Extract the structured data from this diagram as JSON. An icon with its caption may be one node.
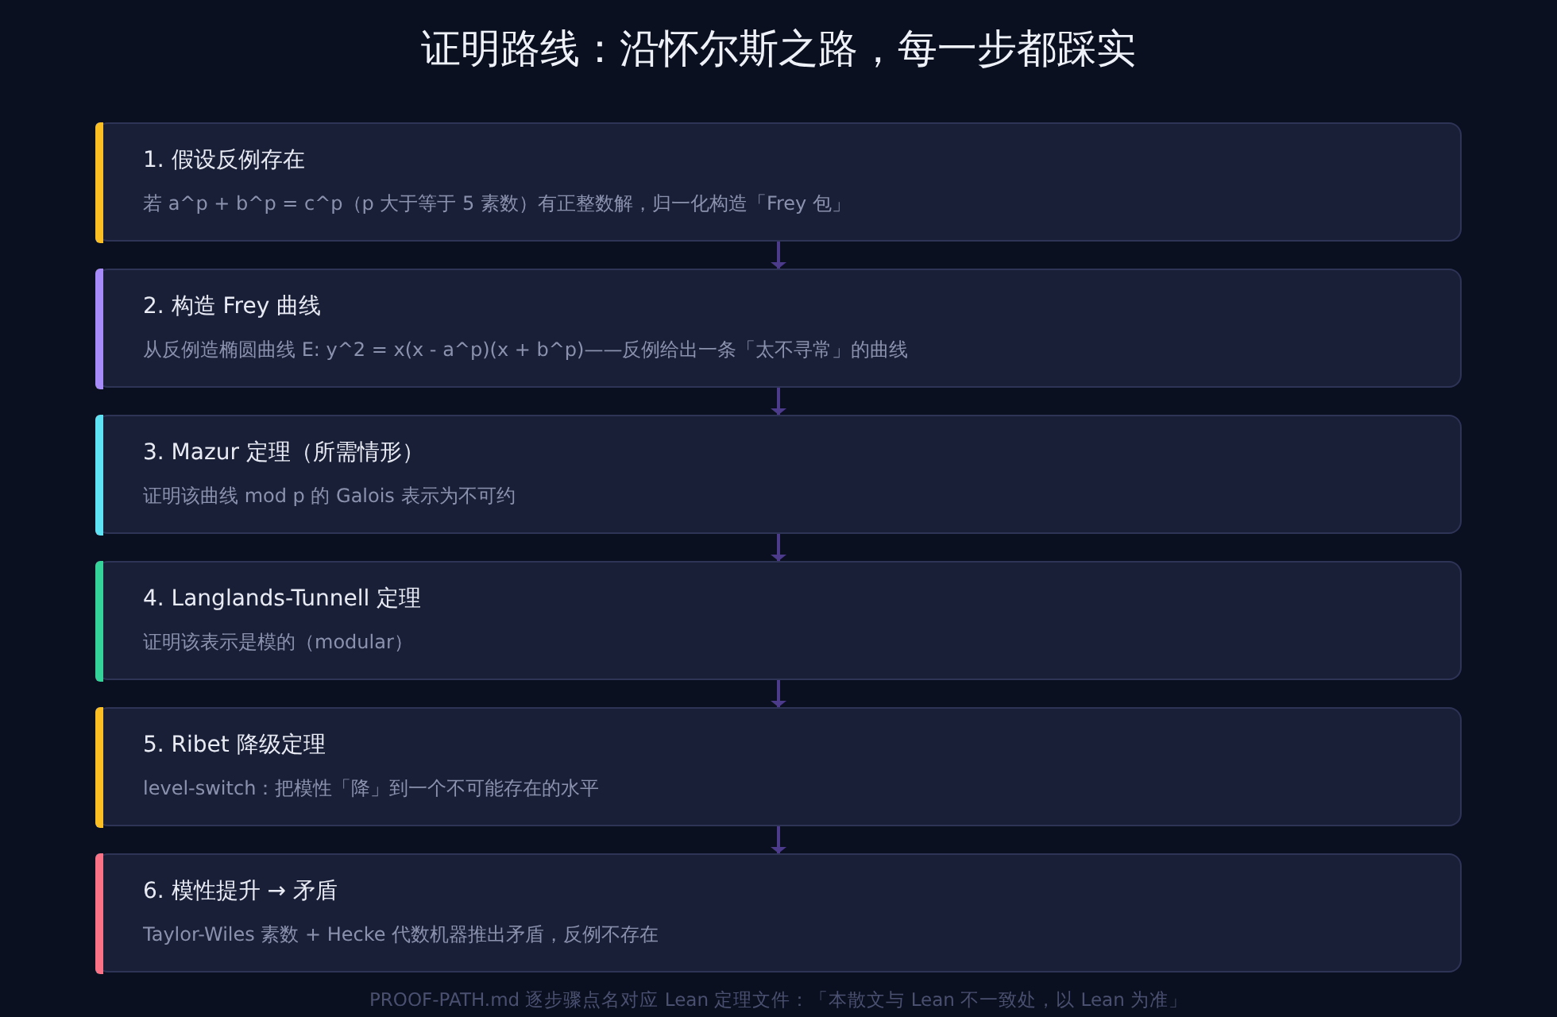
{
  "diagram": {
    "title": "证明路线：沿怀尔斯之路，每一步都踩实",
    "nodes": [
      {
        "text": [
          "1. 假设反例存在",
          "若 a^p + b^p = c^p（p 大于等于 5 素数）有正整数解，归一化构造「Frey 包」"
        ]
      },
      {
        "text": [
          "2. 构造 Frey 曲线",
          "从反例造椭圆曲线 E: y^2 = x(x - a^p)(x + b^p)——反例给出一条「太不寻常」的曲线"
        ]
      },
      {
        "text": [
          "3. Mazur 定理（所需情形）",
          "证明该曲线 mod p 的 Galois 表示为不可约"
        ]
      },
      {
        "text": [
          "4. Langlands-Tunnell 定理",
          "证明该表示是模的（modular）"
        ]
      },
      {
        "text": [
          "5. Ribet 降级定理",
          "level-switch：把模性「降」到一个不可能存在的水平"
        ]
      },
      {
        "text": [
          "6. 模性提升 → 矛盾",
          "Taylor-Wiles 素数 + Hecke 代数机器推出矛盾，反例不存在"
        ]
      }
    ],
    "edges": [
      {
        "from": 0,
        "to": 1,
        "arrow": "to"
      },
      {
        "from": 1,
        "to": 2,
        "arrow": "to"
      },
      {
        "from": 2,
        "to": 3,
        "arrow": "to"
      },
      {
        "from": 3,
        "to": 4,
        "arrow": "to"
      },
      {
        "from": 4,
        "to": 5,
        "arrow": "to"
      }
    ],
    "labels": [
      "PROOF-PATH.md 逐步骤点名对应 Lean 定理文件：「本散文与 Lean 不一致处，以 Lean 为准」"
    ]
  }
}
